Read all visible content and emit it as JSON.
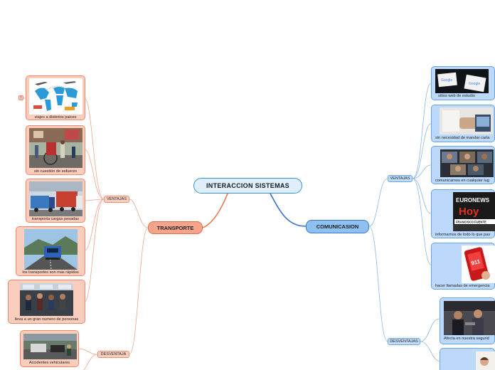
{
  "map": {
    "root": "INTERACCION SISTEMAS",
    "transporte": {
      "label": "TRANSPORTE",
      "ventajas_label": "VENTAJAS",
      "desventaja_label": "DESVENTAJA",
      "marker": "!",
      "ventajas": [
        "viajes a distintos paices",
        "sin cuestión de esfuerzo",
        "transporta cargas pesadas",
        "los transportes son mas rápidos",
        "lleva a un gran numero de personas"
      ],
      "desventajas": [
        "Accidentes vehiculares"
      ]
    },
    "comunicacion": {
      "label": "COMUNICASION",
      "ventajas_label": "VENTAJAS",
      "desventajas_label": "DESVENTAJAS",
      "ventajas": [
        "sitios web de estudio",
        "sin necesidad de mandar carta",
        "comunicarnos en cualquier lug",
        "informarnos de todo lo que pas",
        "hacer llamadas de emergencia"
      ],
      "desventajas": [
        "Afecta en nuestra segurid"
      ]
    }
  },
  "image_text": {
    "google_1": "Google",
    "google_2": "Google",
    "news_brand": "EURONEWS",
    "news_big": "Hoy",
    "news_banner": "FRANCISCO FUENTE",
    "phone_number": "911"
  },
  "colors": {
    "transporte_branch": "#e8764f",
    "comunicacion_branch": "#2f6fcf",
    "root_fill": "#dff0fc"
  }
}
